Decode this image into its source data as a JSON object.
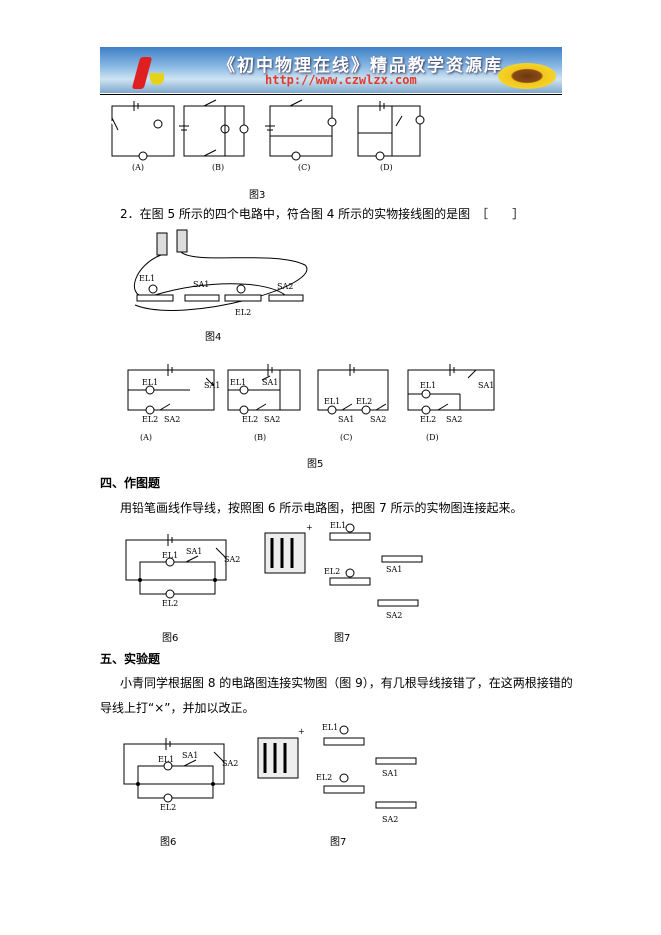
{
  "banner": {
    "title": "《初中物理在线》精品教学资源库",
    "url": "http://www.czwlzx.com"
  },
  "fig3": {
    "options": [
      "(A)",
      "(B)",
      "(C)",
      "(D)"
    ],
    "caption": "图3"
  },
  "q2": {
    "text": "2．在图 5 所示的四个电路中，符合图 4 所示的实物接线图的是图　［　　］"
  },
  "fig4": {
    "caption": "图4",
    "labels": {
      "el1": "EL1",
      "sa1": "SA1",
      "el2": "EL2",
      "sa2": "SA2"
    }
  },
  "fig5": {
    "options": [
      "(A)",
      "(B)",
      "(C)",
      "(D)"
    ],
    "caption": "图5",
    "labels": {
      "el1": "EL1",
      "el2": "EL2",
      "sa1": "SA1",
      "sa2": "SA2"
    }
  },
  "section4": {
    "heading": "四、作图题",
    "text": "用铅笔画线作导线，按照图 6 所示电路图，把图 7 所示的实物图连接起来。",
    "fig6_caption": "图6",
    "fig7_caption": "图7",
    "plus": "+"
  },
  "section5": {
    "heading": "五、实验题",
    "text1": "小青同学根据图 8 的电路图连接实物图（图 9），有几根导线接错了，在这两根接错的",
    "text2": "导线上打“×”，并加以改正。",
    "fig6_caption": "图6",
    "fig7_caption": "图7",
    "plus": "+"
  }
}
